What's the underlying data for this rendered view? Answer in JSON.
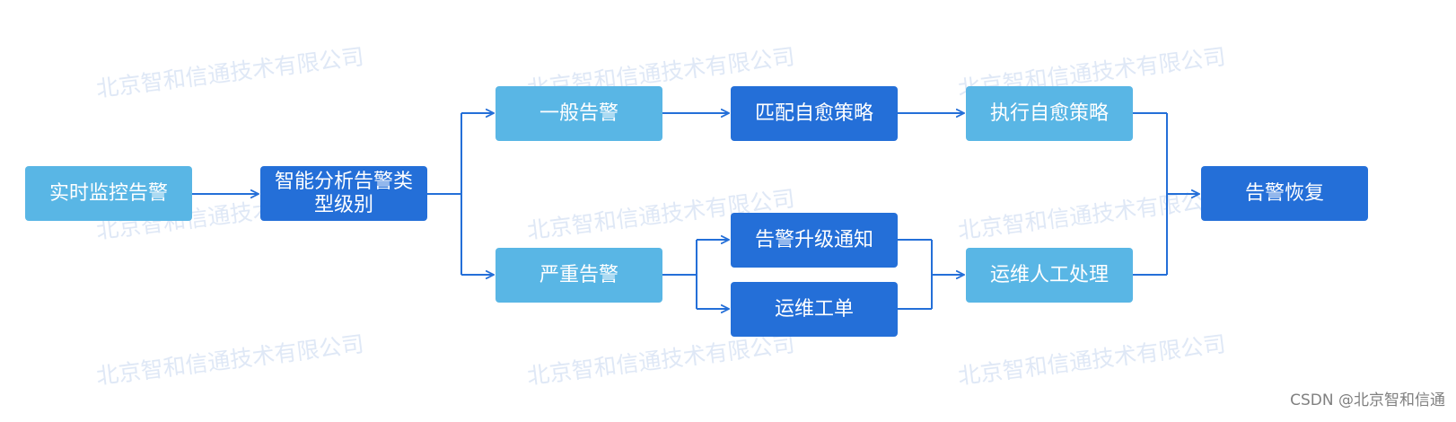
{
  "watermark": {
    "text": "北京智和信通技术有限公司"
  },
  "nodes": {
    "realtime_monitor": "实时监控告警",
    "smart_analysis": "智能分析告警类型级别",
    "general_alarm": "一般告警",
    "severe_alarm": "严重告警",
    "match_policy": "匹配自愈策略",
    "escalation_notice": "告警升级通知",
    "ops_ticket": "运维工单",
    "execute_policy": "执行自愈策略",
    "manual_handling": "运维人工处理",
    "alarm_recovery": "告警恢复"
  },
  "footer": {
    "credit": "CSDN @北京智和信通"
  },
  "colors": {
    "light_node": "#59b6e5",
    "dark_node": "#246fd8",
    "connector": "#246fd8",
    "watermark": "#dfe8f6"
  }
}
